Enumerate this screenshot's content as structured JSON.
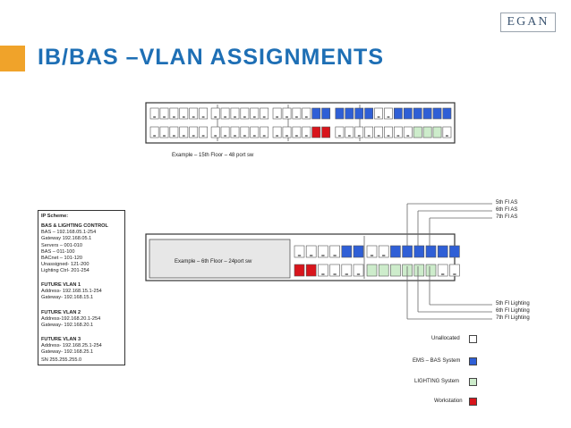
{
  "slide": {
    "title": "IB/BAS –VLAN ASSIGNMENTS",
    "logo_text": "EGAN",
    "accent_color": "#f0a32a",
    "title_color": "#1e6fb5"
  },
  "switch1": {
    "caption": "Example – 15th Floor – 48 port sw",
    "top_row": [
      "unallocated",
      "unallocated",
      "unallocated",
      "unallocated",
      "unallocated",
      "unallocated",
      "unallocated",
      "unallocated",
      "unallocated",
      "unallocated",
      "unallocated",
      "unallocated",
      "unallocated",
      "unallocated",
      "unallocated",
      "unallocated",
      "ems",
      "ems",
      "ems",
      "ems",
      "ems",
      "ems",
      "unallocated",
      "unallocated",
      "ems",
      "ems",
      "ems",
      "ems",
      "ems",
      "ems"
    ],
    "bottom_row": [
      "unallocated",
      "unallocated",
      "unallocated",
      "unallocated",
      "unallocated",
      "unallocated",
      "unallocated",
      "unallocated",
      "unallocated",
      "unallocated",
      "unallocated",
      "unallocated",
      "unallocated",
      "unallocated",
      "unallocated",
      "unallocated",
      "workstation",
      "workstation",
      "unallocated",
      "unallocated",
      "unallocated",
      "unallocated",
      "unallocated",
      "unallocated",
      "unallocated",
      "unallocated",
      "lighting",
      "lighting",
      "lighting",
      "unallocated"
    ]
  },
  "switch2": {
    "label": "Example – 6th Floor – 24port sw",
    "top_row": [
      "unallocated",
      "unallocated",
      "unallocated",
      "unallocated",
      "ems",
      "ems",
      "unallocated",
      "unallocated",
      "ems",
      "ems",
      "ems",
      "ems",
      "ems",
      "ems"
    ],
    "bottom_row": [
      "workstation",
      "workstation",
      "unallocated",
      "unallocated",
      "unallocated",
      "unallocated",
      "lighting",
      "lighting",
      "lighting",
      "lighting",
      "lighting",
      "lighting",
      "unallocated",
      "unallocated"
    ]
  },
  "callouts": {
    "as": [
      "5th Fl AS",
      "6th Fl AS",
      "7th Fl AS"
    ],
    "lighting": [
      "5th Fl Lighting",
      "6th Fl Lighting",
      "7th Fl Lighting"
    ]
  },
  "ip_scheme": {
    "heading": "IP Scheme:",
    "sections": [
      {
        "title": "BAS & LIGHTING CONTROL",
        "lines": [
          "BAS – 192.168.05.1-254",
          "Gateway 192.168.05.1",
          "Servers –       001-010",
          "BAS –              011-100",
          "BACnet –         101-120",
          "Unassigned- 121-200",
          "Lighting Ctrl-   201-254"
        ]
      },
      {
        "title": "FUTURE VLAN 1",
        "lines": [
          "Address- 192.168.15.1-254",
          "Gateway- 192.168.15.1"
        ]
      },
      {
        "title": "FUTURE VLAN 2",
        "lines": [
          "Address-192.168.20.1-254",
          "Gateway- 192.168.20.1"
        ]
      },
      {
        "title": "FUTURE VLAN 3",
        "lines": [
          "Address- 192.168.25.1-254",
          "Gateway- 192.168.25.1"
        ]
      }
    ],
    "footer": "SN 255.255.255.0"
  },
  "legend": [
    {
      "label": "Unallocated",
      "color": "#ffffff",
      "key": "unallocated"
    },
    {
      "label": "EMS – BAS System",
      "color": "#2f5fd6",
      "key": "ems"
    },
    {
      "label": "LIGHTING System",
      "color": "#cdeccb",
      "key": "lighting"
    },
    {
      "label": "Workstation",
      "color": "#d8151c",
      "key": "workstation"
    }
  ]
}
